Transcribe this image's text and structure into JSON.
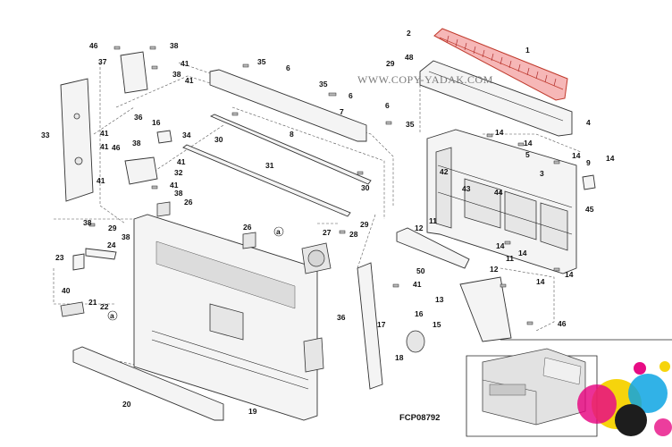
{
  "diagram": {
    "watermark": "WWW.COPY-YADAK.COM",
    "figure_code": "FCP08792",
    "callouts": [
      {
        "id": "46a",
        "text": "46"
      },
      {
        "id": "38a",
        "text": "38"
      },
      {
        "id": "37",
        "text": "37"
      },
      {
        "id": "41a",
        "text": "41"
      },
      {
        "id": "38b",
        "text": "38"
      },
      {
        "id": "41b",
        "text": "41"
      },
      {
        "id": "35a",
        "text": "35"
      },
      {
        "id": "6a",
        "text": "6"
      },
      {
        "id": "35b",
        "text": "35"
      },
      {
        "id": "6b",
        "text": "6"
      },
      {
        "id": "7",
        "text": "7"
      },
      {
        "id": "6c",
        "text": "6"
      },
      {
        "id": "35c",
        "text": "35"
      },
      {
        "id": "2",
        "text": "2"
      },
      {
        "id": "48",
        "text": "48"
      },
      {
        "id": "29a",
        "text": "29"
      },
      {
        "id": "1",
        "text": "1"
      },
      {
        "id": "4",
        "text": "4"
      },
      {
        "id": "33",
        "text": "33"
      },
      {
        "id": "41c",
        "text": "41"
      },
      {
        "id": "36a",
        "text": "36"
      },
      {
        "id": "16a",
        "text": "16"
      },
      {
        "id": "34",
        "text": "34"
      },
      {
        "id": "30a",
        "text": "30"
      },
      {
        "id": "8",
        "text": "8"
      },
      {
        "id": "41d",
        "text": "41"
      },
      {
        "id": "38c",
        "text": "38"
      },
      {
        "id": "46b",
        "text": "46"
      },
      {
        "id": "41e",
        "text": "41"
      },
      {
        "id": "32",
        "text": "32"
      },
      {
        "id": "31",
        "text": "31"
      },
      {
        "id": "41f",
        "text": "41"
      },
      {
        "id": "41g",
        "text": "41"
      },
      {
        "id": "38d",
        "text": "38"
      },
      {
        "id": "30b",
        "text": "30"
      },
      {
        "id": "26a",
        "text": "26"
      },
      {
        "id": "14a",
        "text": "14"
      },
      {
        "id": "14b",
        "text": "14"
      },
      {
        "id": "5",
        "text": "5"
      },
      {
        "id": "14c",
        "text": "14"
      },
      {
        "id": "9",
        "text": "9"
      },
      {
        "id": "14d",
        "text": "14"
      },
      {
        "id": "42",
        "text": "42"
      },
      {
        "id": "43",
        "text": "43"
      },
      {
        "id": "44",
        "text": "44"
      },
      {
        "id": "3",
        "text": "3"
      },
      {
        "id": "45",
        "text": "45"
      },
      {
        "id": "38e",
        "text": "38"
      },
      {
        "id": "29b",
        "text": "29"
      },
      {
        "id": "24",
        "text": "24"
      },
      {
        "id": "38f",
        "text": "38"
      },
      {
        "id": "23",
        "text": "23"
      },
      {
        "id": "26b",
        "text": "26"
      },
      {
        "id": "27",
        "text": "27"
      },
      {
        "id": "a1",
        "text": "a"
      },
      {
        "id": "28",
        "text": "28"
      },
      {
        "id": "29c",
        "text": "29"
      },
      {
        "id": "11a",
        "text": "11"
      },
      {
        "id": "12a",
        "text": "12"
      },
      {
        "id": "14e",
        "text": "14"
      },
      {
        "id": "14f",
        "text": "14"
      },
      {
        "id": "50",
        "text": "50"
      },
      {
        "id": "11b",
        "text": "11"
      },
      {
        "id": "12b",
        "text": "12"
      },
      {
        "id": "14g",
        "text": "14"
      },
      {
        "id": "14h",
        "text": "14"
      },
      {
        "id": "40",
        "text": "40"
      },
      {
        "id": "21",
        "text": "21"
      },
      {
        "id": "22",
        "text": "22"
      },
      {
        "id": "a2",
        "text": "a"
      },
      {
        "id": "41h",
        "text": "41"
      },
      {
        "id": "13",
        "text": "13"
      },
      {
        "id": "36b",
        "text": "36"
      },
      {
        "id": "16b",
        "text": "16"
      },
      {
        "id": "15",
        "text": "15"
      },
      {
        "id": "46c",
        "text": "46"
      },
      {
        "id": "17",
        "text": "17"
      },
      {
        "id": "18",
        "text": "18"
      },
      {
        "id": "20",
        "text": "20"
      },
      {
        "id": "19",
        "text": "19"
      }
    ]
  }
}
